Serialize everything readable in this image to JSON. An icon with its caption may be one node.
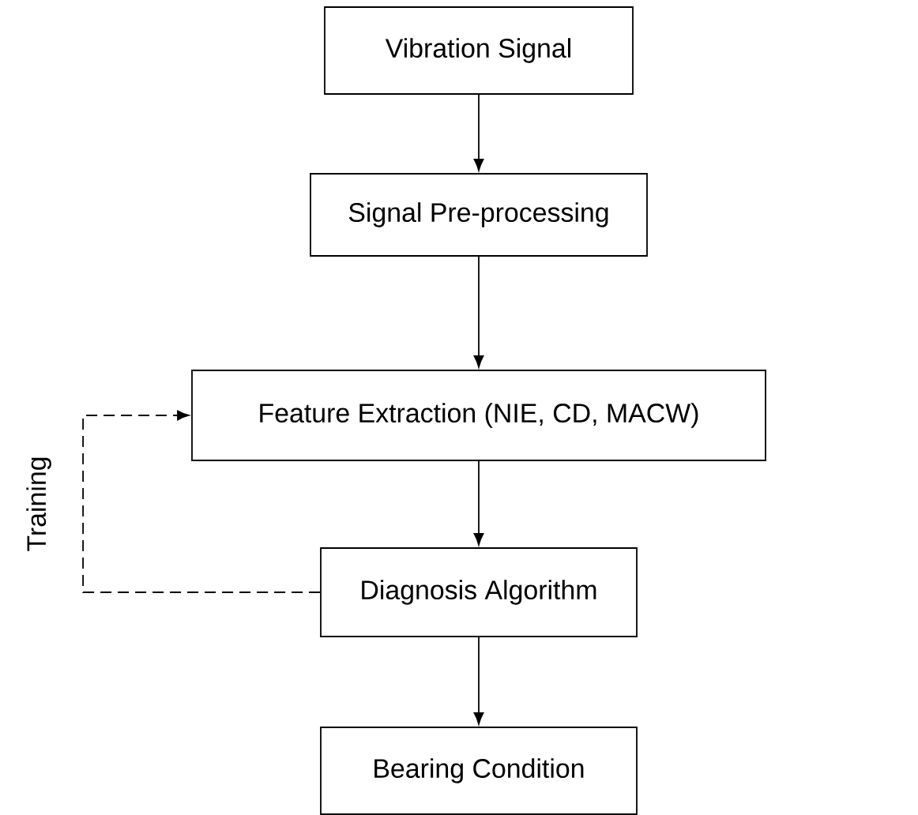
{
  "diagram": {
    "nodes": [
      {
        "text": [
          "Vibration Signal"
        ]
      },
      {
        "text": [
          "Signal Pre-processing"
        ]
      },
      {
        "text": [
          "Feature Extraction (NIE, CD, MACW)"
        ]
      },
      {
        "text": [
          "Diagnosis Algorithm"
        ]
      },
      {
        "text": [
          "Bearing Condition"
        ]
      }
    ],
    "edges": [
      {
        "from": 0,
        "to": 1,
        "arrow": "to"
      },
      {
        "from": 1,
        "to": 2,
        "arrow": "to"
      },
      {
        "from": 2,
        "to": 3,
        "arrow": "to"
      },
      {
        "from": 3,
        "to": 4,
        "arrow": "to"
      },
      {
        "from": 3,
        "to": 2,
        "arrow": "to",
        "style": "dashed",
        "label": "Training"
      }
    ]
  }
}
